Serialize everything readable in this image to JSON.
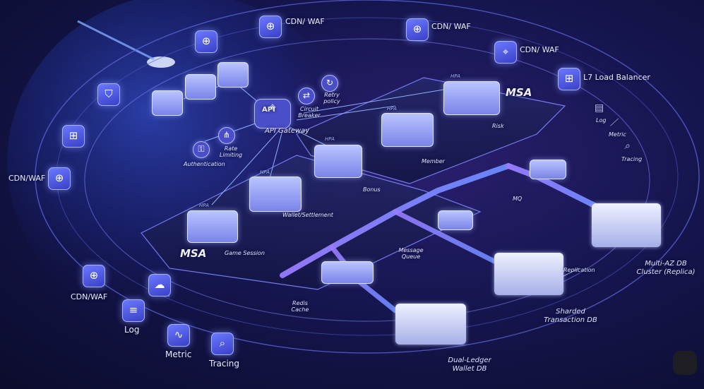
{
  "edge": {
    "cdn_waf_top_left": "CDN/ WAF",
    "cdn_waf_top_mid": "CDN/ WAF",
    "cdn_waf_top_right": "CDN/ WAF",
    "cdn_waf_left": "CDN/WAF",
    "cdn_waf_bottom": "CDN/WAF",
    "l7_load_balancer": "L7 Load Balancer"
  },
  "observability": {
    "left": {
      "log": "Log",
      "metric": "Metric",
      "tracing": "Tracing"
    },
    "right": {
      "log": "Log",
      "metric": "Metric",
      "tracing": "Tracing"
    }
  },
  "gateway": {
    "api_gateway": "API Gateway",
    "api_glyph": "API",
    "authentication": "Authentication",
    "rate_limiting": "Rate Limiting",
    "circuit_breaker": "Circuit Breaker",
    "retry_policy": "Retry policy"
  },
  "msa": {
    "label_top": "MSA",
    "label_bottom": "MSA",
    "hpa_tag": "HPA",
    "services": {
      "game_session": "Game Session",
      "wallet_settlement": "Wallet/Settlement",
      "bonus": "Bonus",
      "member": "Member",
      "risk": "Risk"
    }
  },
  "data": {
    "mq": "MQ",
    "message_queue": "Message Queue",
    "redis_cache": "Redis Cache",
    "dual_ledger_wallet_db": "Dual-Ledger Wallet DB",
    "sharded_transaction_db": "Sharded Transaction DB",
    "multi_az_db": "Multi-AZ DB Cluster (Replica)",
    "replication": "Replication"
  },
  "colors": {
    "accent": "#6a79ff",
    "glow": "#8fa0ff",
    "bg": "#0b0c2c",
    "tray": "#17194a"
  },
  "icons": [
    "shield-globe-icon",
    "hierarchy-icon",
    "document-icon",
    "chart-line-icon",
    "magnifier-icon",
    "lock-icon",
    "share-icon",
    "cloud-icon",
    "server-rack-icon",
    "database-icon"
  ]
}
